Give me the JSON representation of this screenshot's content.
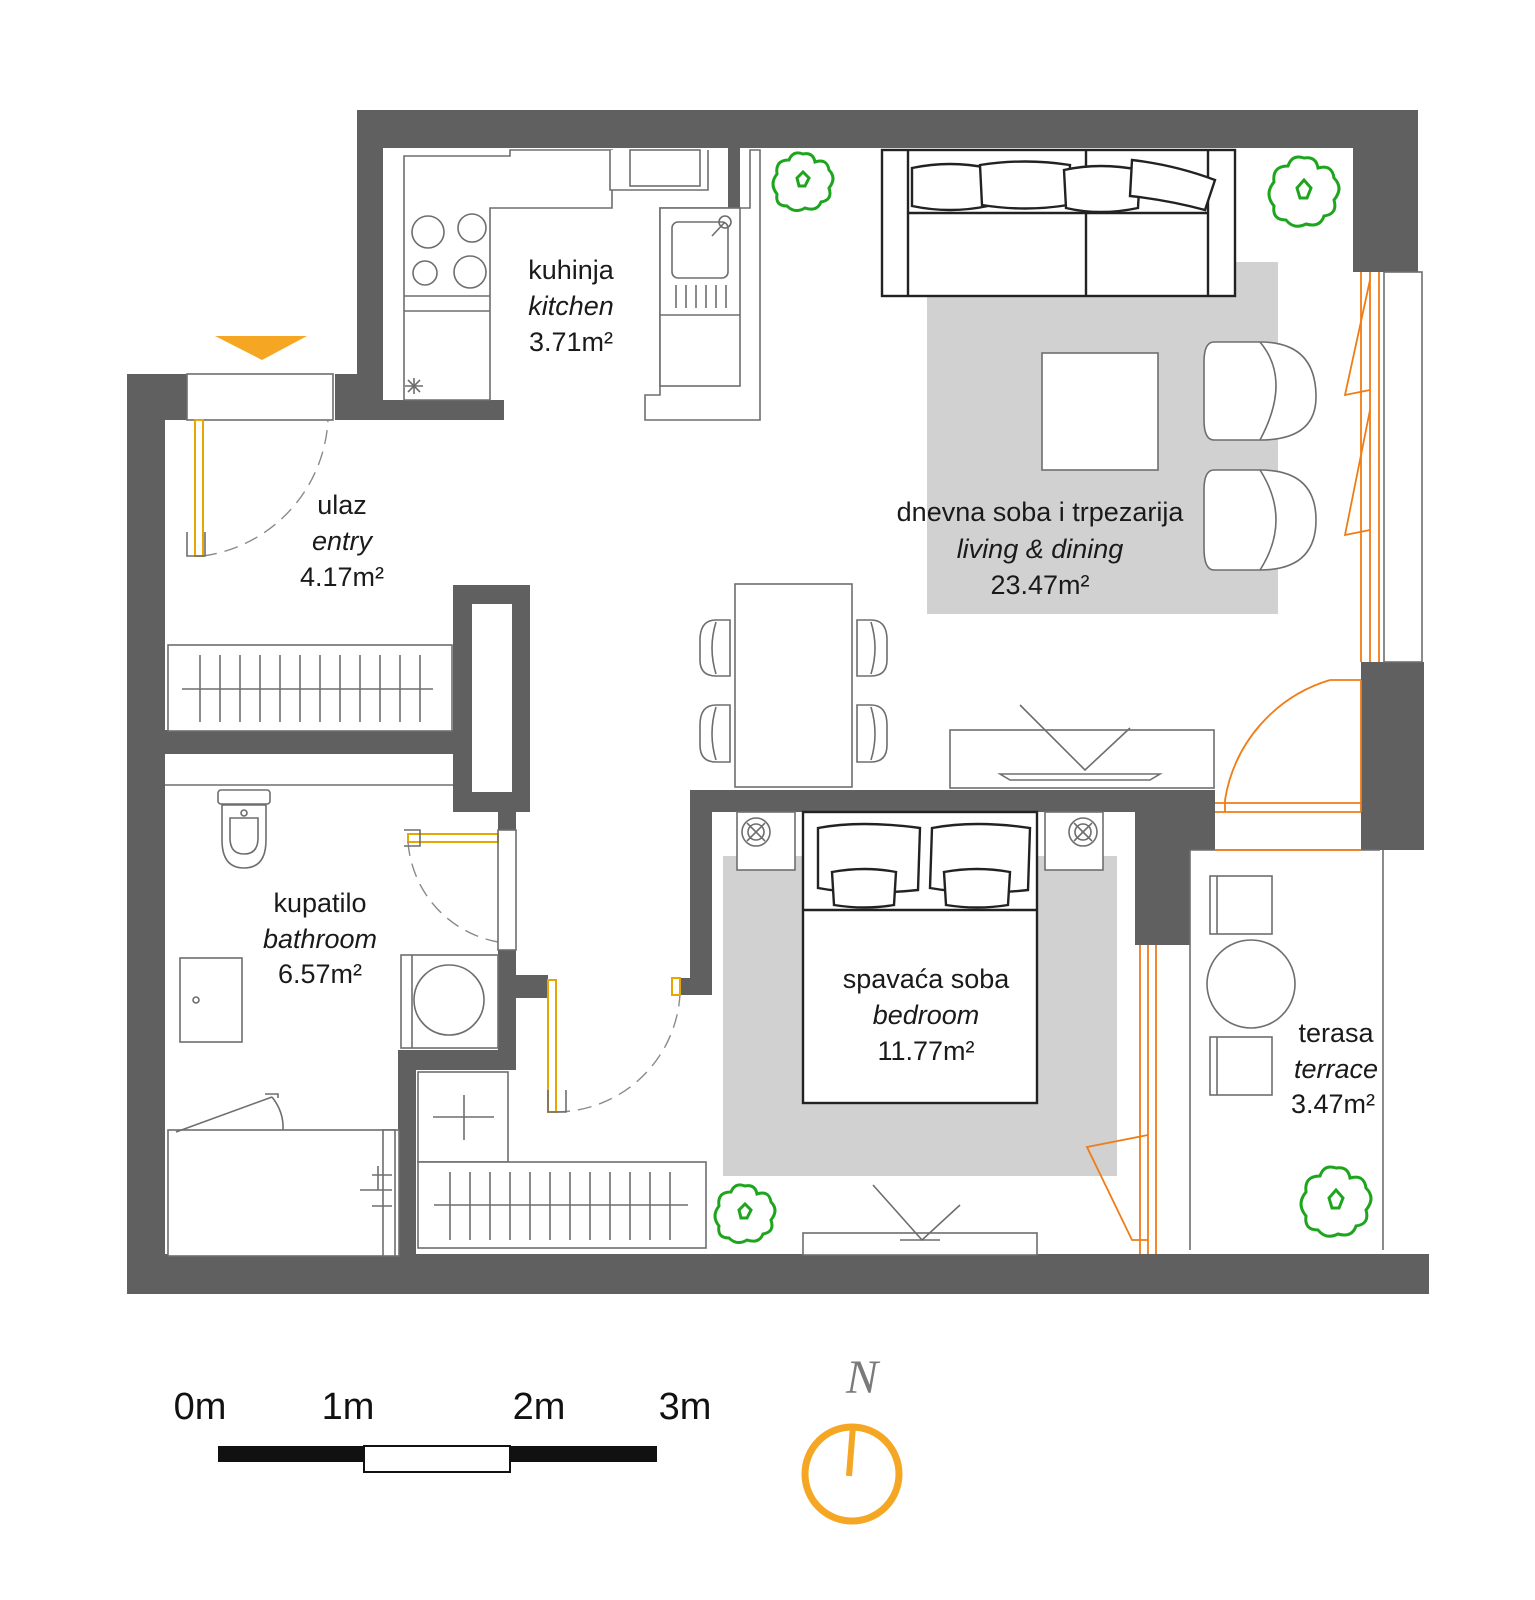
{
  "rooms": {
    "kitchen": {
      "local": "kuhinja",
      "english": "kitchen",
      "area": "3.71m²"
    },
    "entry": {
      "local": "ulaz",
      "english": "entry",
      "area": "4.17m²"
    },
    "living": {
      "local": "dnevna soba i trpezarija",
      "english": "living & dining",
      "area": "23.47m²"
    },
    "bathroom": {
      "local": "kupatilo",
      "english": "bathroom",
      "area": "6.57m²"
    },
    "bedroom": {
      "local": "spavaća soba",
      "english": "bedroom",
      "area": "11.77m²"
    },
    "terrace": {
      "local": "terasa",
      "english": "terrace",
      "area": "3.47m²"
    }
  },
  "scale_bar": {
    "labels": [
      "0m",
      "1m",
      "2m",
      "3m"
    ]
  },
  "north": {
    "label": "N",
    "color": "#f5a623"
  },
  "colors": {
    "wall": "#606061",
    "rug": "#d1d1d1",
    "window": "#f07c16",
    "door": "#e6a800",
    "plant": "#1ea51e"
  }
}
